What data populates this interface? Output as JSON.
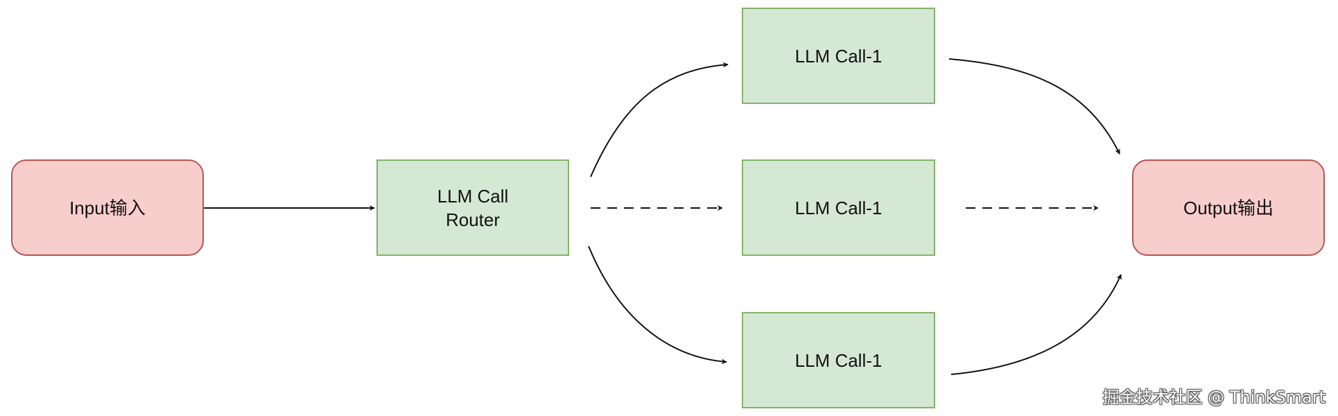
{
  "nodes": {
    "input": {
      "label": "Input输入"
    },
    "router": {
      "label": "LLM Call\nRouter"
    },
    "call_top": {
      "label": "LLM Call-1"
    },
    "call_middle": {
      "label": "LLM Call-1"
    },
    "call_bottom": {
      "label": "LLM Call-1"
    },
    "output": {
      "label": "Output输出"
    }
  },
  "watermark": "掘金技术社区 @ ThinkSmart",
  "colors": {
    "io_fill": "#f8cecc",
    "io_border": "#b85450",
    "llm_fill": "#d5e8d4",
    "llm_border": "#82b366",
    "edge": "#111111"
  },
  "edges": [
    {
      "from": "input",
      "to": "router",
      "style": "solid"
    },
    {
      "from": "router",
      "to": "call_top",
      "style": "solid"
    },
    {
      "from": "router",
      "to": "call_middle",
      "style": "dashed"
    },
    {
      "from": "router",
      "to": "call_bottom",
      "style": "solid"
    },
    {
      "from": "call_top",
      "to": "output",
      "style": "solid"
    },
    {
      "from": "call_middle",
      "to": "output",
      "style": "dashed"
    },
    {
      "from": "call_bottom",
      "to": "output",
      "style": "solid"
    }
  ]
}
